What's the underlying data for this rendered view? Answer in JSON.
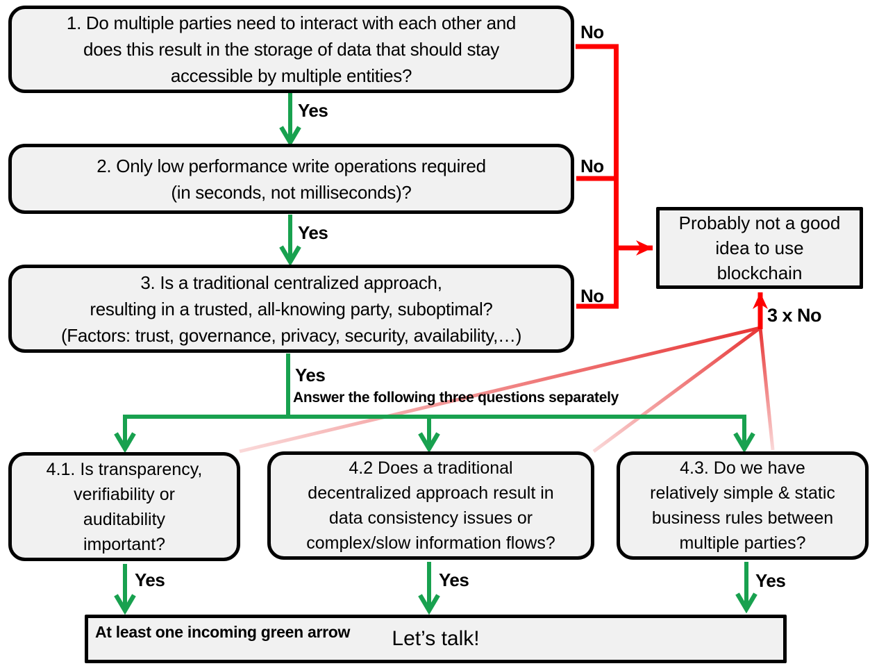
{
  "colors": {
    "green": "#18A14F",
    "red": "#FE0000",
    "fade_start": "#E73535",
    "fade_end": "#FAD9D9",
    "box_fill": "#F1F1F1",
    "box_border": "#000000",
    "text": "#000000"
  },
  "boxes": {
    "q1": "1. Do multiple parties need to interact with each other and\ndoes this result in the storage of data that should stay\naccessible by multiple entities?",
    "q2": "2. Only low performance write operations required\n(in seconds, not milliseconds)?",
    "q3": "3. Is a traditional centralized approach,\nresulting in a trusted, all-knowing party, suboptimal?\n(Factors:  trust, governance, privacy, security, availability,…)",
    "not_good": "Probably not a good\nidea to use\nblockchain",
    "q41": "4.1. Is transparency,\nverifiability or\nauditability\nimportant?",
    "q42": "4.2 Does a traditional\ndecentralized approach result in\ndata consistency issues or\ncomplex/slow information flows?",
    "q43": "4.3. Do we have\nrelatively simple & static\nbusiness rules between\nmultiple parties?",
    "lets_talk": "Let’s talk!",
    "lets_talk_note": "At least one incoming green arrow"
  },
  "labels": {
    "yes": "Yes",
    "no": "No",
    "three_no": "3 x No",
    "answer_note": "Answer the following three questions separately"
  }
}
